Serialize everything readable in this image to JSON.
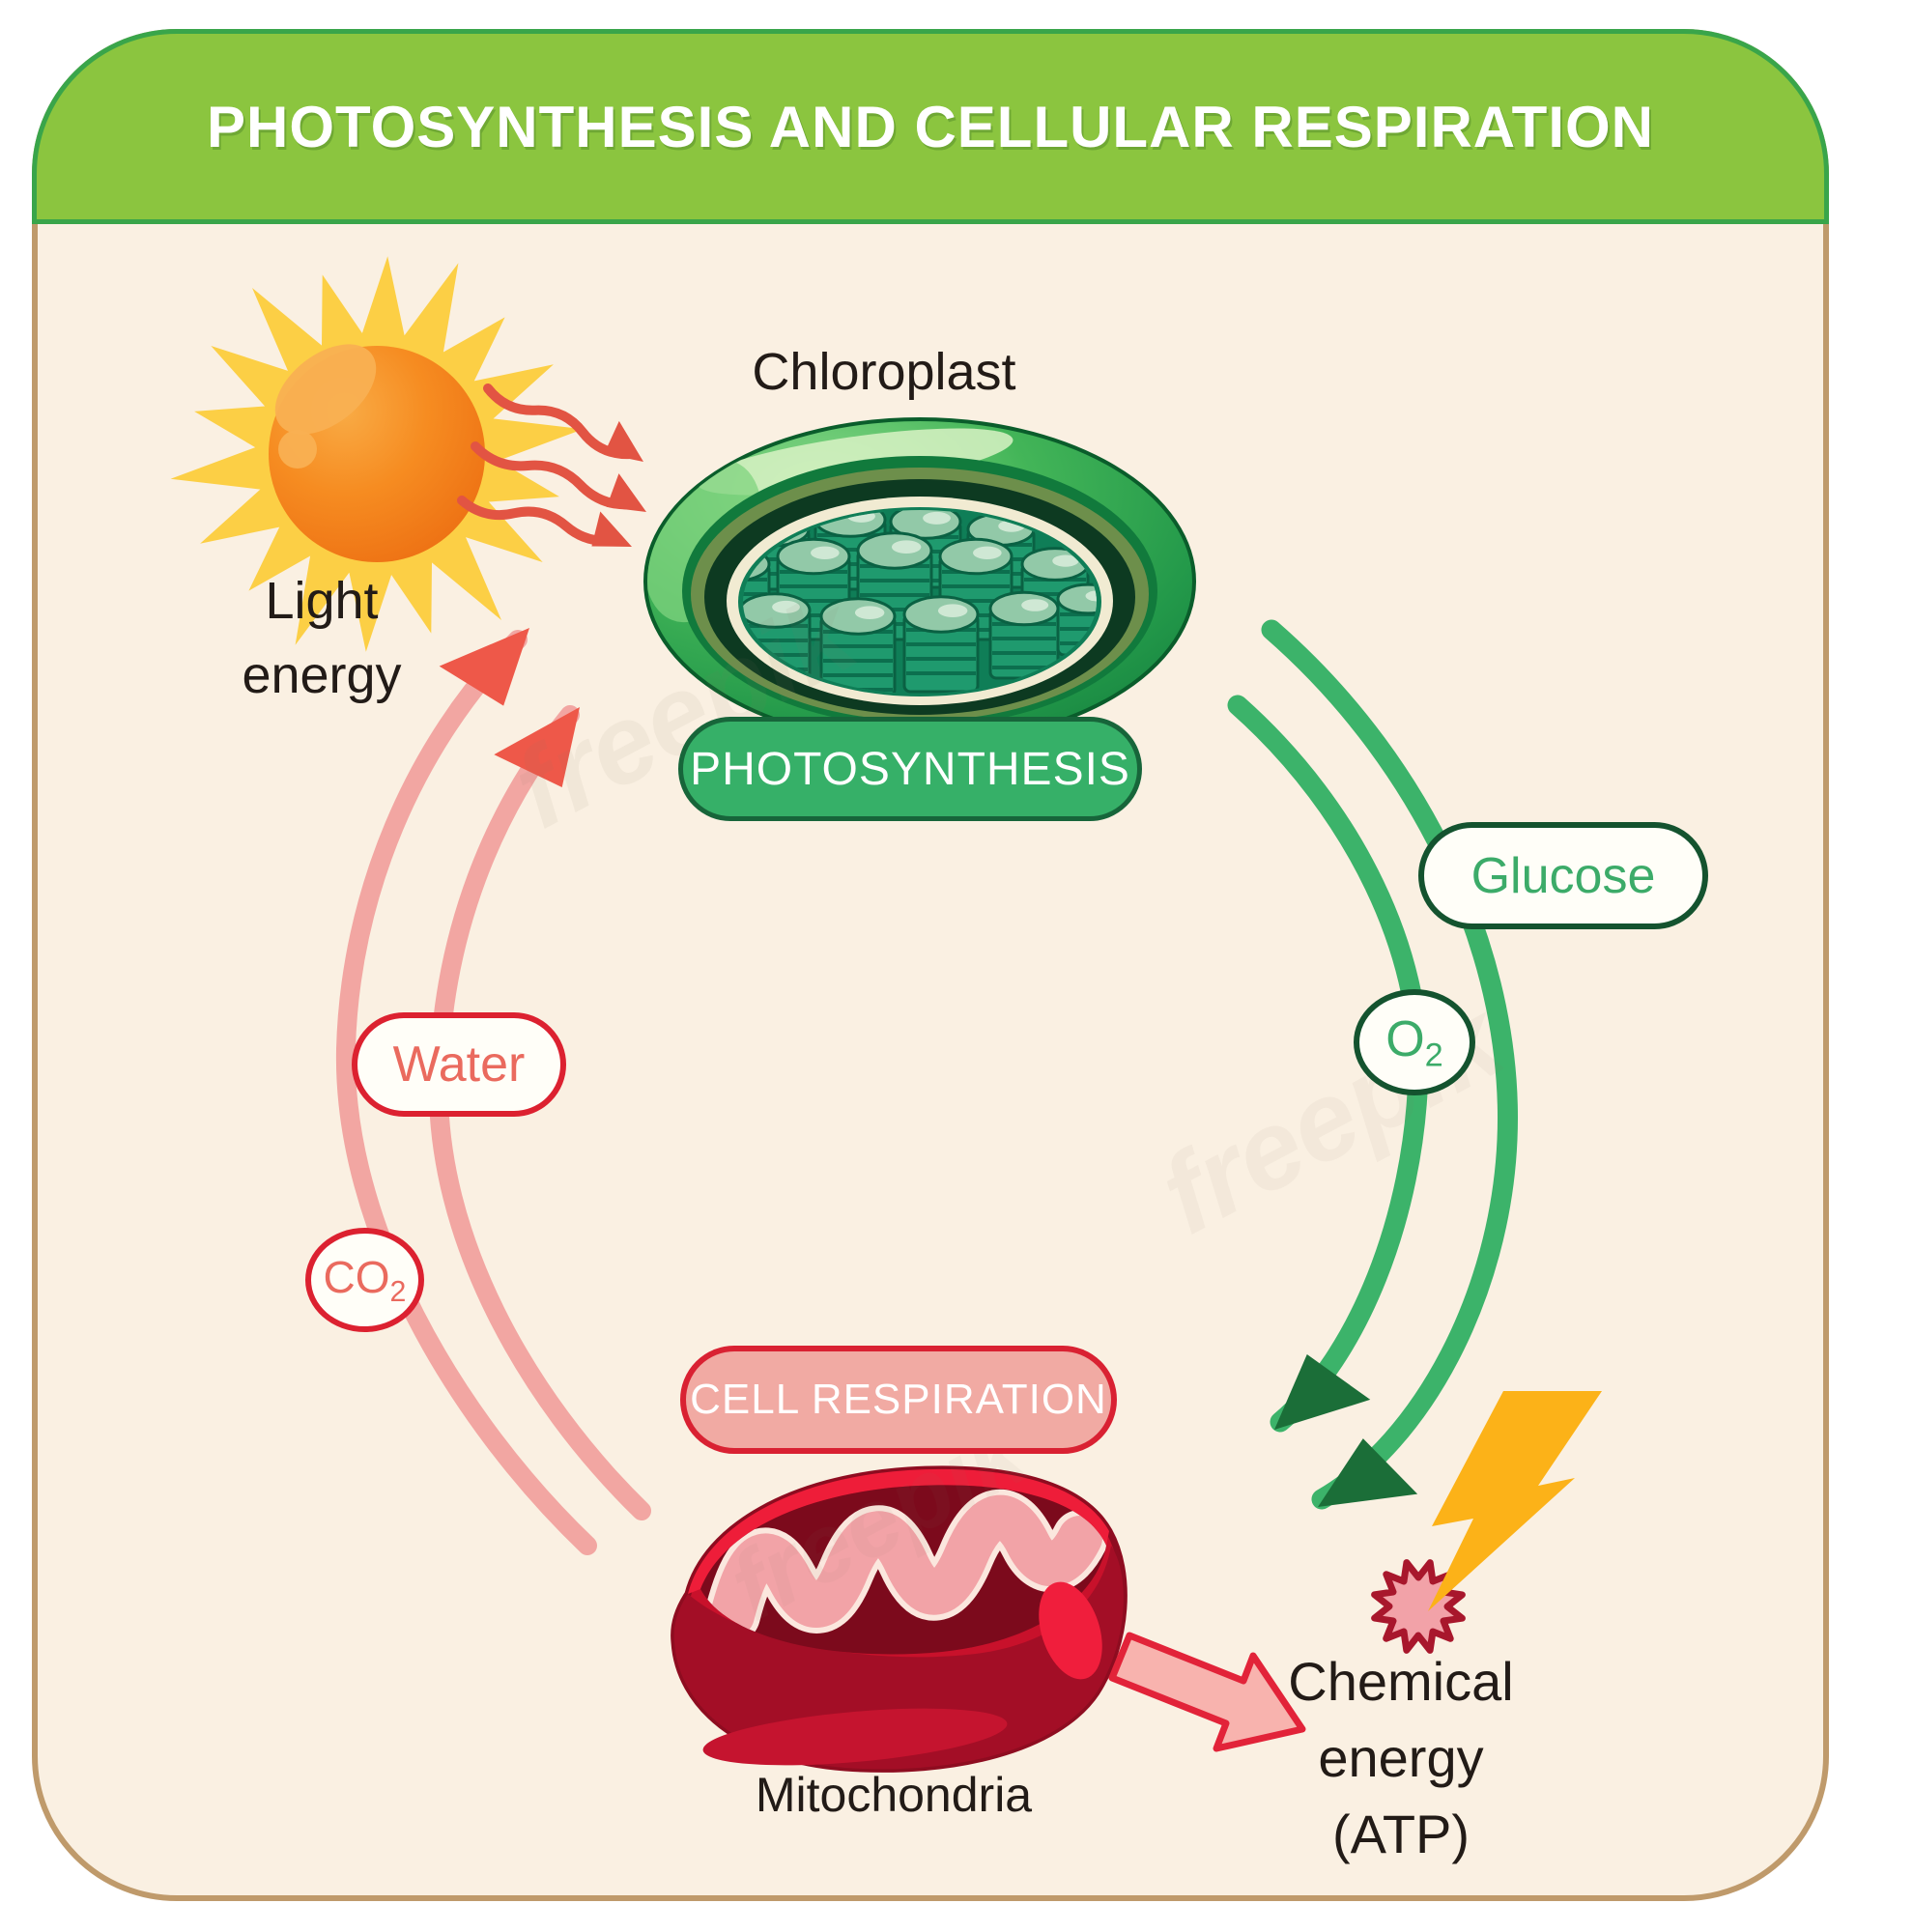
{
  "header": {
    "title": "PHOTOSYNTHESIS AND CELLULAR RESPIRATION"
  },
  "organelles": {
    "chloroplast_label": "Chloroplast",
    "mitochondria_label": "Mitochondria"
  },
  "processes": {
    "photosynthesis_label": "PHOTOSYNTHESIS",
    "cell_respiration_label": "CELL RESPIRATION"
  },
  "molecules": {
    "glucose": "Glucose",
    "oxygen_base": "O",
    "oxygen_subscript": "2",
    "water": "Water",
    "carbon_dioxide_base": "CO",
    "carbon_dioxide_subscript": "2"
  },
  "energy": {
    "light_line1": "Light",
    "light_line2": "energy",
    "chemical_line1": "Chemical",
    "chemical_line2": "energy",
    "chemical_line3": "(ATP)"
  },
  "watermark": {
    "text": "freepik"
  },
  "colors": {
    "header_green": "#8bc53f",
    "header_border_green": "#39a54a",
    "card_background": "#faf0e2",
    "card_border_tan": "#bf9a6b",
    "photosynthesis_fill": "#36b068",
    "dark_green_border": "#14532f",
    "green_arrow": "#3cb36a",
    "green_arrowhead": "#1b6e38",
    "cell_respiration_fill": "#f1aaa3",
    "red_border": "#dc2130",
    "salmon_text": "#ea6a5e",
    "pink_arrow": "#f2a6a2",
    "pink_arrowhead": "#ee5849",
    "red_wavy_arrow": "#e25443",
    "sun_orange": "#f6871f",
    "ray_yellow": "#fccf45",
    "bolt_yellow": "#fcb218",
    "starburst_fill": "#f2a2a8",
    "starburst_border": "#a8172c",
    "mitochondria_red": "#c8112b",
    "label_text": "#221b17"
  }
}
